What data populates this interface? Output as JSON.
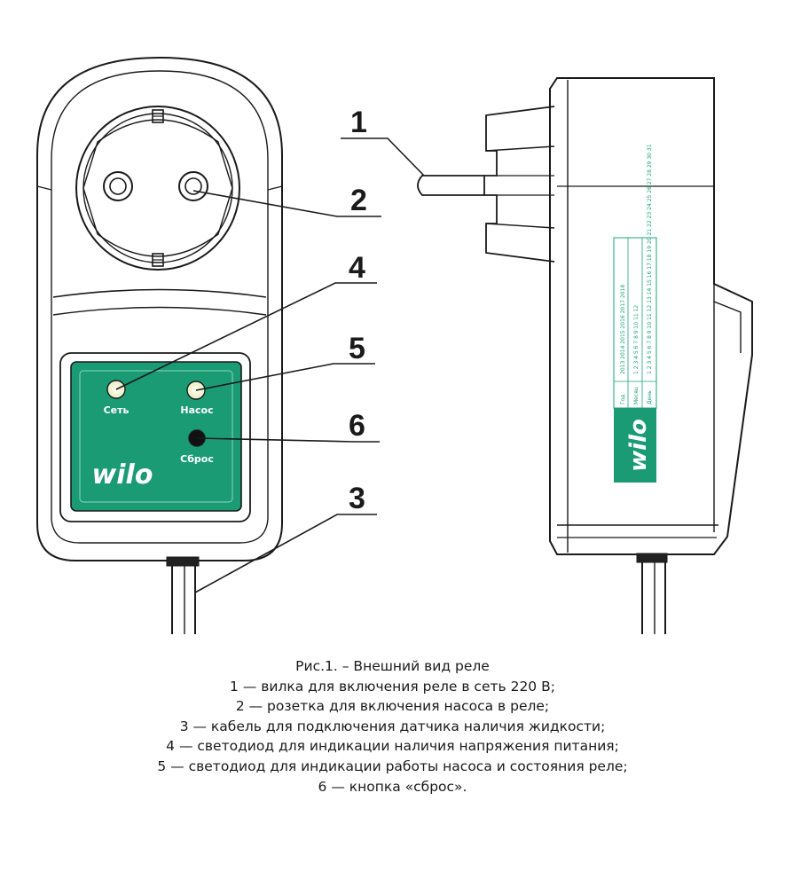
{
  "colors": {
    "panel": "#1a9b74",
    "outline": "#1a1a1a",
    "led": "#eef2cf"
  },
  "callouts": {
    "c1": "1",
    "c2": "2",
    "c3": "3",
    "c4": "4",
    "c5": "5",
    "c6": "6"
  },
  "panel": {
    "led_power": "Сеть",
    "led_pump": "Насос",
    "reset": "Сброс",
    "logo": "wilo"
  },
  "side_label": {
    "logo": "wilo",
    "row_year_head": "Год",
    "row_month_head": "Месяц",
    "row_day_head": "День",
    "row_year": "2013 2014 2015 2016 2017 2018",
    "row_month": "1 2 3 4 5 6 7 8 9 10 11 12",
    "row_day": "1 2 3 4 5 6 7 8 9 10 11 12 13 14 15 16 17 18 19 20 21 22 23 24 25 26 27 28 29 30 31"
  },
  "caption": {
    "title": "Рис.1. – Внешний вид реле",
    "lines": [
      "1 — вилка для включения реле в сеть 220 В;",
      "2 — розетка для включения насоса в реле;",
      "3 — кабель для подключения датчика наличия жидкости;",
      "4 — светодиод для индикации наличия напряжения питания;",
      "5 — светодиод для индикации работы насоса и состояния реле;",
      "6 — кнопка «сброс»."
    ]
  }
}
